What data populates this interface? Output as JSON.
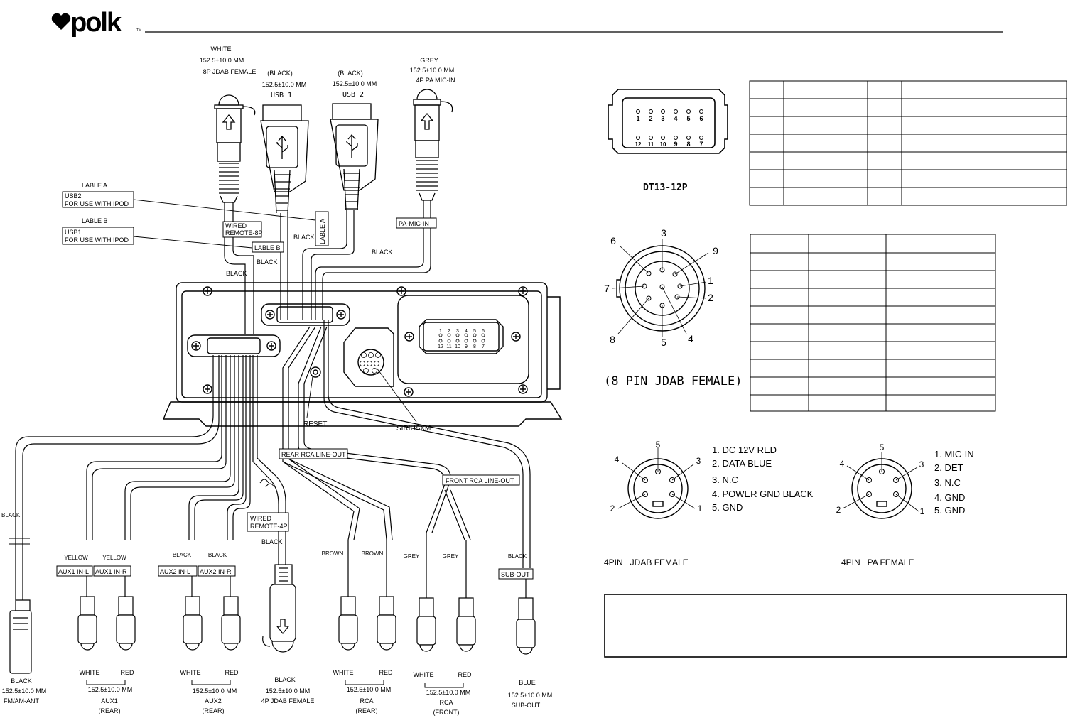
{
  "brand": {
    "logo_text": "polk",
    "tm": "TM"
  },
  "top_connectors": {
    "remote8p": {
      "color": "WHITE",
      "length": "152.5±10.0 MM",
      "type": "8P JDAB FEMALE"
    },
    "usb1": {
      "color": "(BLACK)",
      "length": "152.5±10.0 MM",
      "name": "USB 1"
    },
    "usb2": {
      "color": "(BLACK)",
      "length": "152.5±10.0 MM",
      "name": "USB 2"
    },
    "pamic": {
      "color": "GREY",
      "length": "152.5±10.0 MM",
      "type": "4P PA MIC-IN"
    }
  },
  "labels": {
    "lable_a_title": "LABLE A",
    "lable_a_line1": "USB2",
    "lable_a_line2": "FOR USE WITH IPOD",
    "lable_b_title": "LABLE B",
    "lable_b_line1": "USB1",
    "lable_b_line2": "FOR USE WITH IPOD",
    "wired_remote_8p_1": "WIRED",
    "wired_remote_8p_2": "REMOTE-8P",
    "lable_a_tag": "LABLE A",
    "lable_b_tag": "LABLE B",
    "pa_mic_in_tag": "PA-MIC-IN",
    "black_1": "BLACK",
    "black_2": "BLACK",
    "black_3": "BLACK",
    "black_4": "BLACK",
    "reset": "RESET",
    "siriusxm": "SIRIUSXM",
    "rear_rca_line_out": "REAR RCA LINE-OUT",
    "front_rca_line_out": "FRONT RCA LINE-OUT",
    "wired_remote_4p_1": "WIRED",
    "wired_remote_4p_2": "REMOTE-4P",
    "black_remote4p": "BLACK",
    "black_ant": "BLACK"
  },
  "bottom_wires": [
    {
      "top": "YELLOW",
      "tag": "AUX1 IN-L"
    },
    {
      "top": "YELLOW",
      "tag": "AUX1 IN-R"
    },
    {
      "top": "BLACK",
      "tag": "AUX2 IN-L"
    },
    {
      "top": "BLACK",
      "tag": "AUX2 IN-R"
    },
    {
      "top": "BROWN",
      "tag": ""
    },
    {
      "top": "BROWN",
      "tag": ""
    },
    {
      "top": "GREY",
      "tag": ""
    },
    {
      "top": "GREY",
      "tag": ""
    },
    {
      "top": "BLACK",
      "tag": "SUB-OUT"
    }
  ],
  "bottom_labels": {
    "ant_color": "BLACK",
    "ant_length": "152.5±10.0 MM",
    "ant_name": "FM/AM-ANT",
    "aux1_white": "WHITE",
    "aux1_red": "RED",
    "aux1_length": "152.5±10.0 MM",
    "aux1_name": "AUX1",
    "aux1_pos": "(REAR)",
    "aux2_white": "WHITE",
    "aux2_red": "RED",
    "aux2_length": "152.5±10.0 MM",
    "aux2_name": "AUX2",
    "aux2_pos": "(REAR)",
    "remote4p_color": "BLACK",
    "remote4p_length": "152.5±10.0 MM",
    "remote4p_type": "4P JDAB FEMALE",
    "rca_rear_white": "WHITE",
    "rca_rear_red": "RED",
    "rca_rear_length": "152.5±10.0 MM",
    "rca_rear_name": "RCA",
    "rca_rear_pos": "(REAR)",
    "rca_front_white": "WHITE",
    "rca_front_red": "RED",
    "rca_front_length": "152.5±10.0 MM",
    "rca_front_name": "RCA",
    "rca_front_pos": "(FRONT)",
    "sub_color": "BLUE",
    "sub_length": "152.5±10.0 MM",
    "sub_name": "SUB-OUT"
  },
  "dt13": {
    "title": "DT13-12P",
    "top_pins": [
      "1",
      "2",
      "3",
      "4",
      "5",
      "6"
    ],
    "bottom_pins": [
      "12",
      "11",
      "10",
      "9",
      "8",
      "7"
    ]
  },
  "jdab8": {
    "title": "(8 PIN JDAB FEMALE)",
    "pins": [
      "1",
      "2",
      "3",
      "4",
      "5",
      "6",
      "7",
      "8",
      "9"
    ]
  },
  "jdab4": {
    "title": "4PIN   JDAB FEMALE",
    "pins": [
      "1",
      "2",
      "3",
      "4",
      "5"
    ],
    "legend": [
      "1. DC 12V RED",
      "2. DATA BLUE",
      "3. N.C",
      "4. POWER GND BLACK",
      "5. GND"
    ]
  },
  "pa4": {
    "title": "4PIN   PA FEMALE",
    "pins": [
      "1",
      "2",
      "3",
      "4",
      "5"
    ],
    "legend": [
      "1. MIC-IN",
      "2. DET",
      "3. N.C",
      "4. GND",
      "5. GND"
    ]
  },
  "unit_pins": {
    "top": [
      "1",
      "2",
      "3",
      "4",
      "5",
      "6"
    ],
    "bottom": [
      "12",
      "11",
      "10",
      "9",
      "8",
      "7"
    ]
  }
}
